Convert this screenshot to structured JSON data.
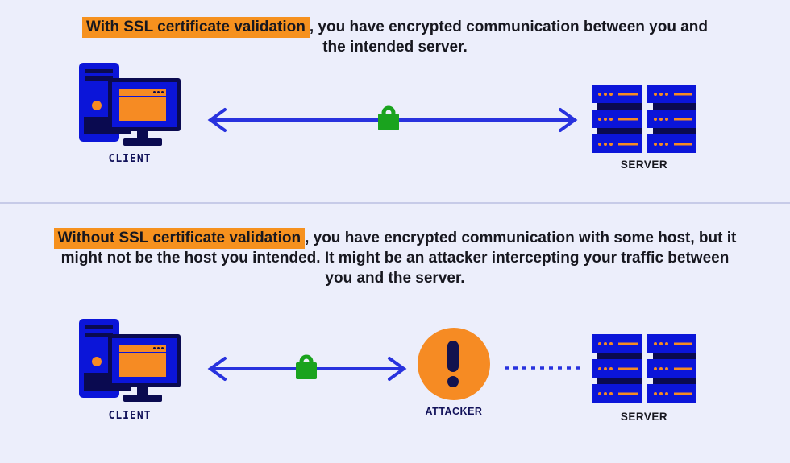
{
  "top_panel": {
    "heading": {
      "highlight": "With SSL certificate validation",
      "rest": ", you have encrypted communication between you and the intended server."
    },
    "labels": {
      "client": "CLIENT",
      "server": "SERVER"
    }
  },
  "bottom_panel": {
    "heading": {
      "highlight": "Without SSL certificate validation",
      "rest": ", you have encrypted communication with some host, but it might not be the host you intended. It might be an attacker intercepting your traffic between you and the server."
    },
    "labels": {
      "client": "CLIENT",
      "attacker": "ATTACKER",
      "server": "SERVER"
    }
  },
  "icons": {
    "client": "desktop-computer-icon",
    "server": "server-rack-icon",
    "attacker": "exclamation-warning-icon",
    "lock": "green-padlock-icon",
    "secure_link": "double-headed-arrow",
    "intercepted_link": "dashed-line"
  },
  "colors": {
    "background": "#eceefb",
    "divider": "#c7cbe8",
    "highlight_orange": "#f6911e",
    "icon_orange": "#f68b23",
    "bright_blue": "#0b15d9",
    "navy": "#0a0a50",
    "arrow_blue": "#2832de",
    "lock_green": "#1aa31e",
    "heading_text": "#17171f"
  }
}
